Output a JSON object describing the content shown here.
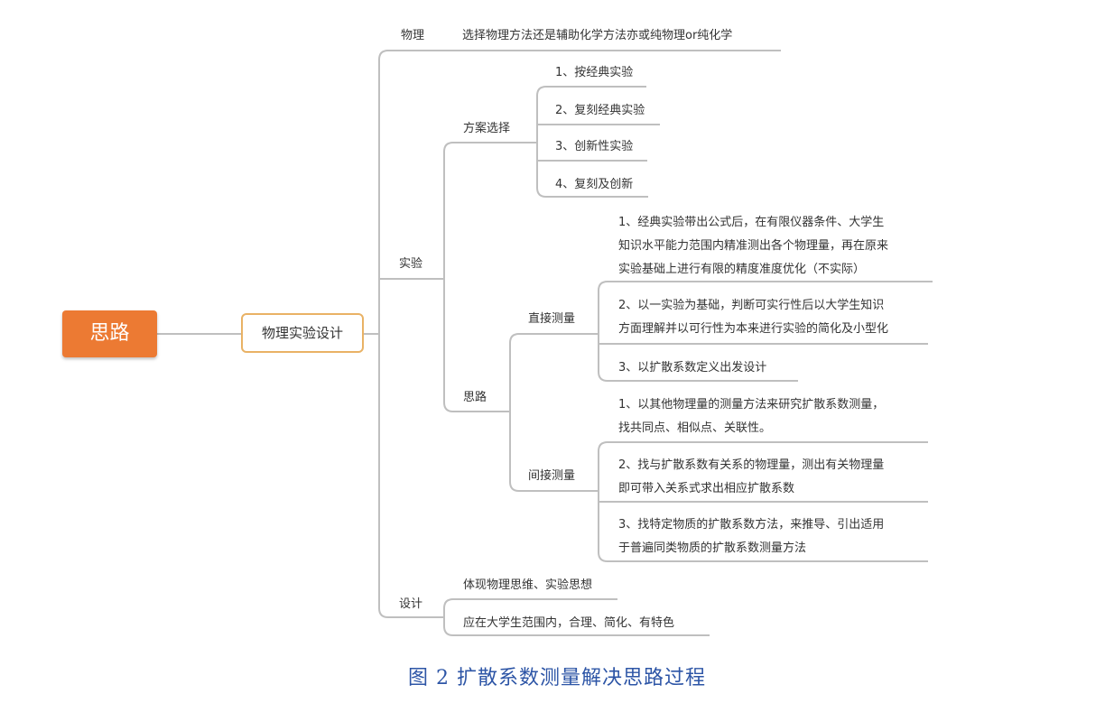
{
  "root": "思路",
  "center": "物理实验设计",
  "branches": {
    "physics": {
      "label": "物理",
      "item": "选择物理方法还是辅助化学方法亦或纯物理or纯化学"
    },
    "experiment": {
      "label": "实验",
      "plan": {
        "label": "方案选择",
        "items": [
          "1、按经典实验",
          "2、复刻经典实验",
          "3、创新性实验",
          "4、复刻及创新"
        ]
      },
      "thinking": {
        "label": "思路",
        "direct": {
          "label": "直接测量",
          "items": [
            [
              "1、经典实验带出公式后，在有限仪器条件、大学生",
              "知识水平能力范围内精准测出各个物理量，再在原来",
              "实验基础上进行有限的精度准度优化（不实际）"
            ],
            [
              "2、以一实验为基础，判断可实行性后以大学生知识",
              "方面理解并以可行性为本来进行实验的简化及小型化"
            ],
            [
              "3、以扩散系数定义出发设计"
            ]
          ]
        },
        "indirect": {
          "label": "间接测量",
          "items": [
            [
              "1、以其他物理量的测量方法来研究扩散系数测量，",
              "找共同点、相似点、关联性。"
            ],
            [
              "2、找与扩散系数有关系的物理量，测出有关物理量",
              "即可带入关系式求出相应扩散系数"
            ],
            [
              "3、找特定物质的扩散系数方法，来推导、引出适用",
              "于普遍同类物质的扩散系数测量方法"
            ]
          ]
        }
      }
    },
    "design": {
      "label": "设计",
      "items": [
        "体现物理思维、实验思想",
        "应在大学生范围内，合理、简化、有特色"
      ]
    }
  },
  "caption": "图 2 扩散系数测量解决思路过程",
  "colors": {
    "root": "#ec7a33",
    "center_border": "#e9b265",
    "line": "#bfbfbf",
    "caption": "#2d55a6"
  }
}
